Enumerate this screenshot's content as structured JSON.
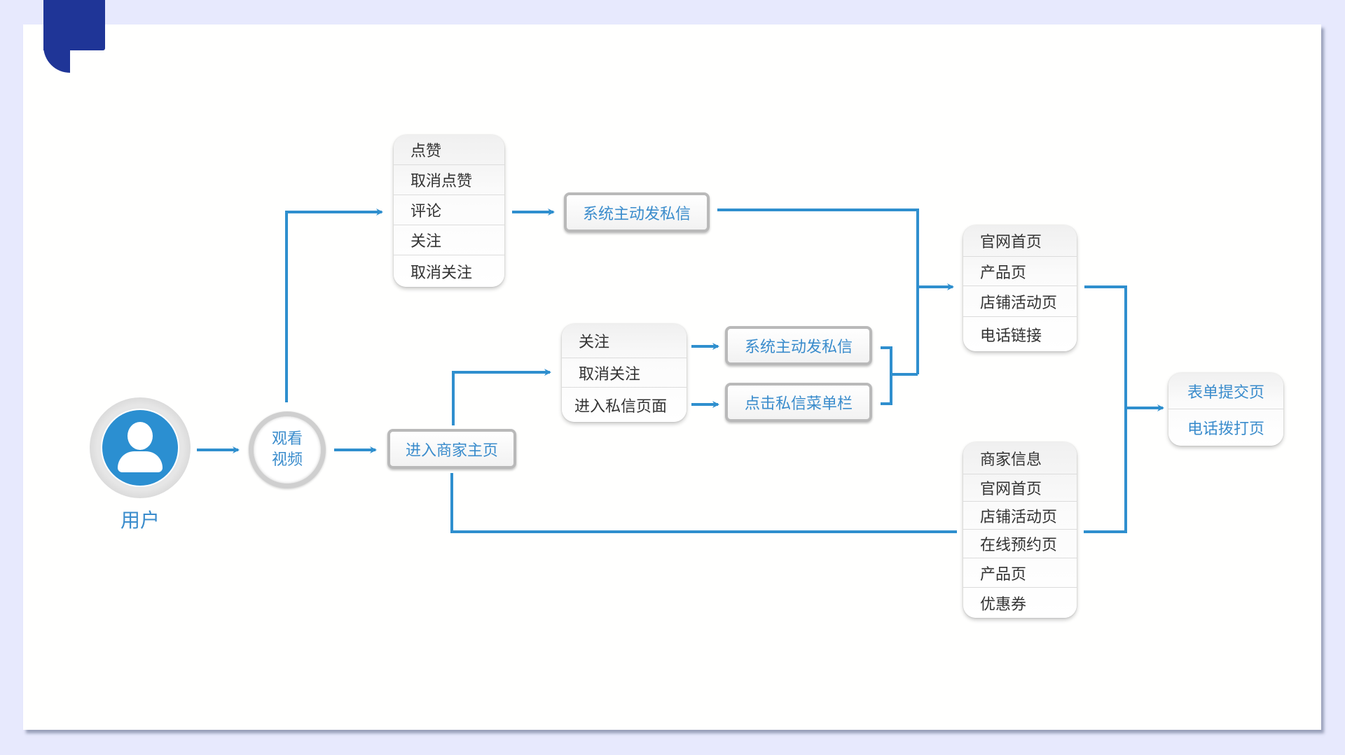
{
  "colors": {
    "accent": "#2f8fce",
    "background": "#e7e9fd",
    "brand_tab": "#1f3597",
    "item_text": "#333333"
  },
  "user": {
    "label": "用户",
    "icon": "user-icon"
  },
  "watch_video": {
    "line1": "观看",
    "line2": "视频"
  },
  "interaction_list": {
    "items": [
      "点赞",
      "取消点赞",
      "评论",
      "关注",
      "取消关注"
    ]
  },
  "system_message_top": {
    "label": "系统主动发私信"
  },
  "merchant_home": {
    "label": "进入商家主页"
  },
  "merchant_actions": {
    "items": [
      "关注",
      "取消关注",
      "进入私信页面"
    ]
  },
  "system_message_mid": {
    "label": "系统主动发私信"
  },
  "click_message_menu": {
    "label": "点击私信菜单栏"
  },
  "landing_pages_top": {
    "items": [
      "官网首页",
      "产品页",
      "店铺活动页",
      "电话链接"
    ]
  },
  "landing_pages_bottom": {
    "items": [
      "商家信息",
      "官网首页",
      "店铺活动页",
      "在线预约页",
      "产品页",
      "优惠券"
    ]
  },
  "conversion_pages": {
    "items": [
      "表单提交页",
      "电话拨打页"
    ]
  }
}
